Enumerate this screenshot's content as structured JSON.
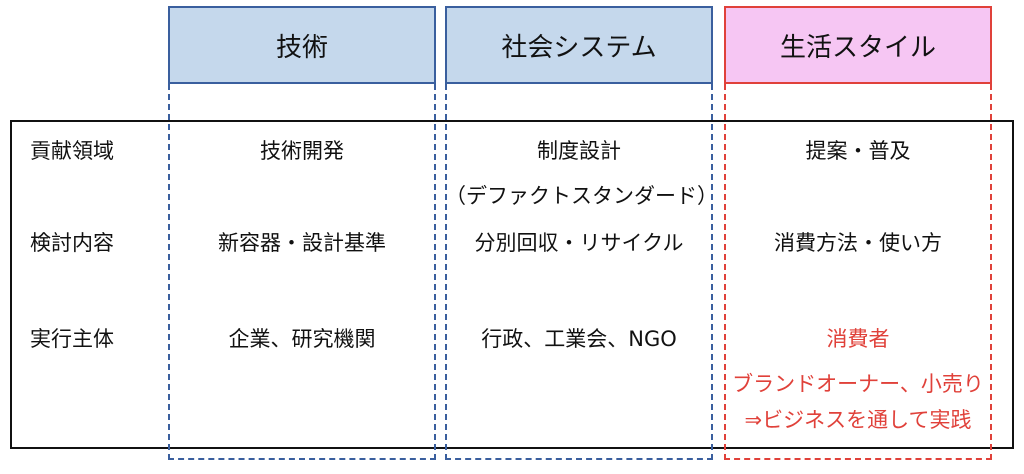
{
  "headers": {
    "technology": "技術",
    "social_system": "社会システム",
    "lifestyle": "生活スタイル"
  },
  "rows": [
    {
      "label": "貢献領域",
      "technology": "技術開発",
      "social_system": "制度設計",
      "social_system_sub": "（デファクトスタンダード）",
      "lifestyle": "提案・普及"
    },
    {
      "label": "検討内容",
      "technology": "新容器・設計基準",
      "social_system": "分別回収・リサイクル",
      "lifestyle": "消費方法・使い方"
    },
    {
      "label": "実行主体",
      "technology": "企業、研究機関",
      "social_system": "行政、工業会、NGO",
      "lifestyle": "消費者",
      "lifestyle_sub1": "ブランドオーナー、小売り",
      "lifestyle_sub2": "⇒ビジネスを通して実践"
    }
  ],
  "colors": {
    "blue_frame": "#3a5f9e",
    "blue_fill": "#c5d8ec",
    "red_frame": "#e0413a",
    "pink_fill": "#f6c6f3",
    "red_text": "#e0413a"
  }
}
